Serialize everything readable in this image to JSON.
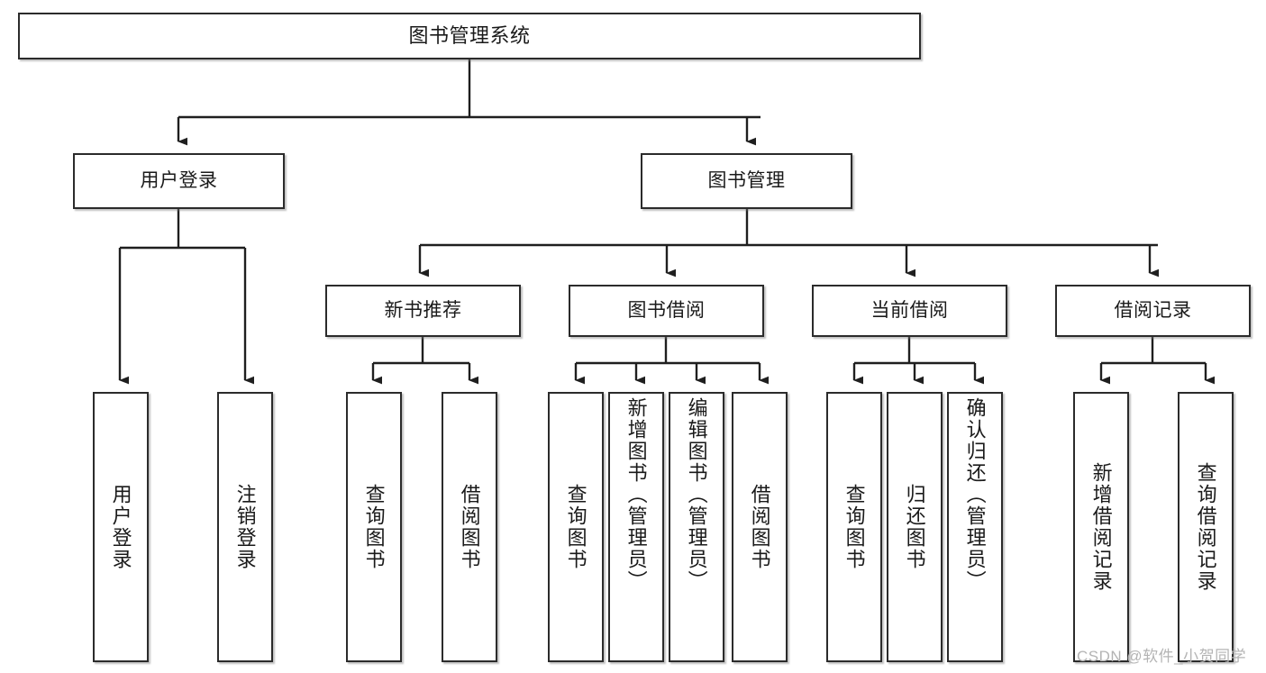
{
  "diagram": {
    "type": "tree-hierarchy",
    "title": "图书管理系统",
    "watermark": "CSDN @软件_小贺同学",
    "colors": {
      "box_border": "#2b2b2b",
      "box_fill": "#ffffff",
      "connector": "#1f1f1f",
      "watermark": "#b4b4b4",
      "background": "#ffffff"
    },
    "nodes": {
      "root": {
        "label": "图书管理系统",
        "level": 1,
        "orientation": "horizontal"
      },
      "l2": [
        {
          "id": "user-login",
          "label": "用户登录",
          "level": 2,
          "orientation": "horizontal"
        },
        {
          "id": "book-manage",
          "label": "图书管理",
          "level": 2,
          "orientation": "horizontal"
        }
      ],
      "l3": [
        {
          "id": "new-book-rec",
          "label": "新书推荐",
          "level": 3,
          "orientation": "horizontal",
          "parent": "book-manage"
        },
        {
          "id": "book-borrow",
          "label": "图书借阅",
          "level": 3,
          "orientation": "horizontal",
          "parent": "book-manage"
        },
        {
          "id": "current-borrow",
          "label": "当前借阅",
          "level": 3,
          "orientation": "horizontal",
          "parent": "book-manage"
        },
        {
          "id": "borrow-record",
          "label": "借阅记录",
          "level": 3,
          "orientation": "horizontal",
          "parent": "book-manage"
        }
      ],
      "leaves": [
        {
          "id": "leaf-user-login",
          "label": "用户登录",
          "parent": "user-login",
          "orientation": "vertical"
        },
        {
          "id": "leaf-user-logout",
          "label": "注销登录",
          "parent": "user-login",
          "orientation": "vertical"
        },
        {
          "id": "leaf-query-book-1",
          "label": "查询图书",
          "parent": "new-book-rec",
          "orientation": "vertical"
        },
        {
          "id": "leaf-borrow-book-1",
          "label": "借阅图书",
          "parent": "new-book-rec",
          "orientation": "vertical"
        },
        {
          "id": "leaf-query-book-2",
          "label": "查询图书",
          "parent": "book-borrow",
          "orientation": "vertical"
        },
        {
          "id": "leaf-add-book",
          "label": "新增图书（管理员）",
          "parent": "book-borrow",
          "orientation": "vertical"
        },
        {
          "id": "leaf-edit-book",
          "label": "编辑图书（管理员）",
          "parent": "book-borrow",
          "orientation": "vertical"
        },
        {
          "id": "leaf-borrow-book-2",
          "label": "借阅图书",
          "parent": "book-borrow",
          "orientation": "vertical"
        },
        {
          "id": "leaf-query-book-3",
          "label": "查询图书",
          "parent": "current-borrow",
          "orientation": "vertical"
        },
        {
          "id": "leaf-return-book",
          "label": "归还图书",
          "parent": "current-borrow",
          "orientation": "vertical"
        },
        {
          "id": "leaf-confirm-return",
          "label": "确认归还（管理员）",
          "parent": "current-borrow",
          "orientation": "vertical"
        },
        {
          "id": "leaf-add-record",
          "label": "新增借阅记录",
          "parent": "borrow-record",
          "orientation": "vertical"
        },
        {
          "id": "leaf-query-record",
          "label": "查询借阅记录",
          "parent": "borrow-record",
          "orientation": "vertical"
        }
      ]
    }
  }
}
